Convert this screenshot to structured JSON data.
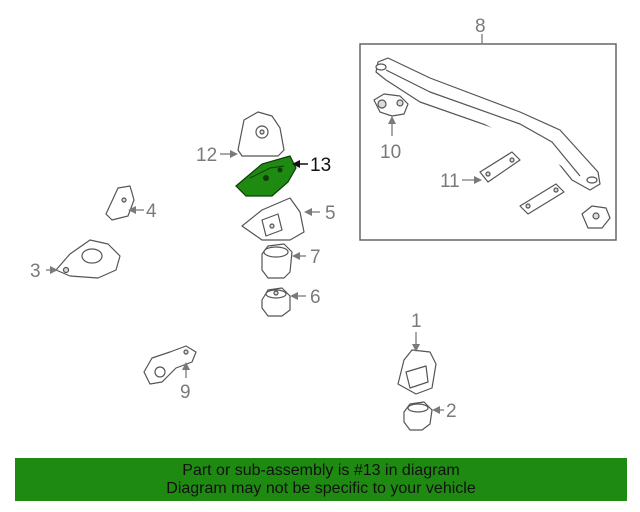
{
  "callouts": {
    "c1": "1",
    "c2": "2",
    "c3": "3",
    "c4": "4",
    "c5": "5",
    "c6": "6",
    "c7": "7",
    "c8": "8",
    "c9": "9",
    "c10": "10",
    "c11": "11",
    "c12": "12",
    "c13": "13"
  },
  "banner": {
    "line1": "Part or sub-assembly is #13 in diagram",
    "line2": "Diagram may not be specific to your vehicle"
  },
  "colors": {
    "highlight": "#1f8a12",
    "banner_bg": "#1f8a12"
  }
}
